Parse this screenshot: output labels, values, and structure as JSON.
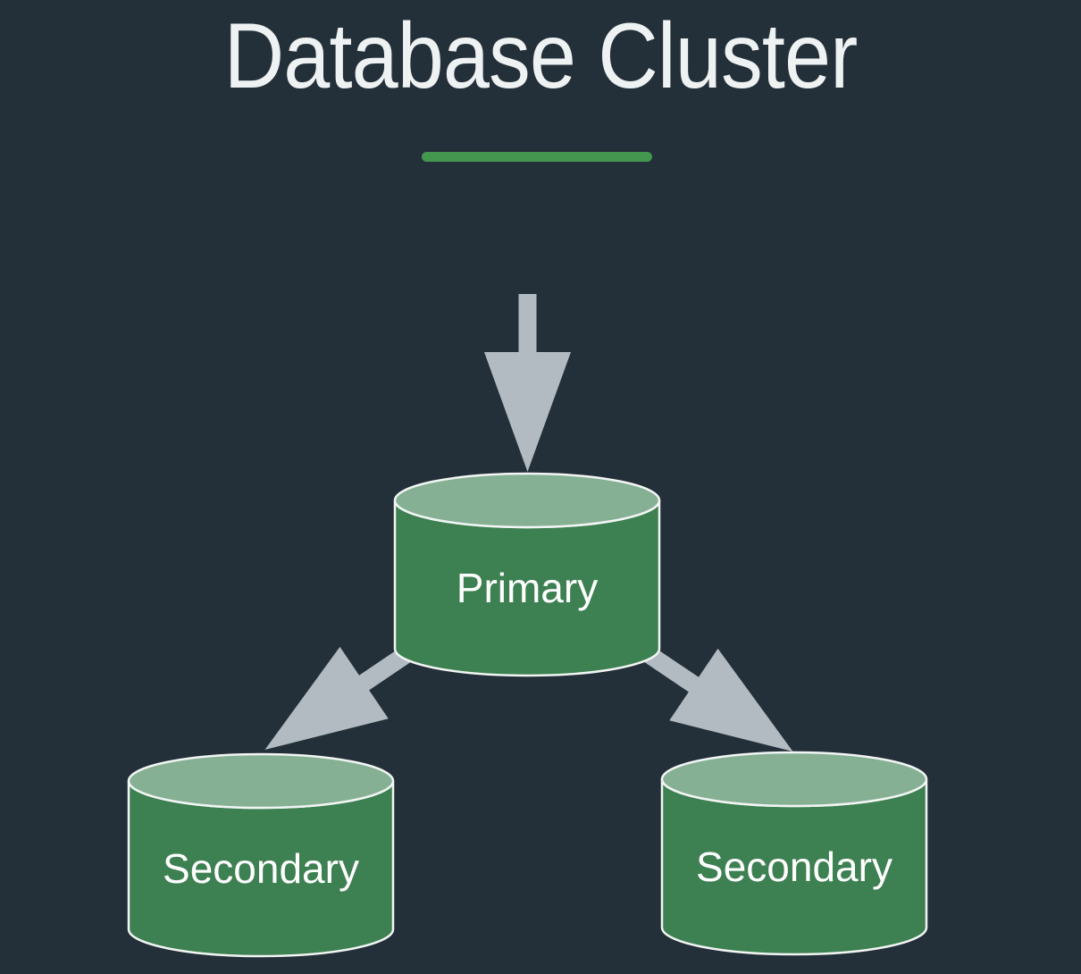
{
  "title": "Database Cluster",
  "nodes": {
    "primary": {
      "label": "Primary"
    },
    "secondary_left": {
      "label": "Secondary"
    },
    "secondary_right": {
      "label": "Secondary"
    }
  },
  "arrows": {
    "inbound_to_primary": "arrow-down",
    "primary_to_secondary_left": "arrow-down-left",
    "primary_to_secondary_right": "arrow-down-right"
  },
  "colors": {
    "background": "#243039",
    "accent_divider": "#43974f",
    "cylinder_body": "#3d8051",
    "cylinder_top": "#85b093",
    "cylinder_outline": "#f2f5f4",
    "arrow": "#b3bbc2",
    "title_text": "#eef2f3",
    "label_text": "#ffffff"
  }
}
